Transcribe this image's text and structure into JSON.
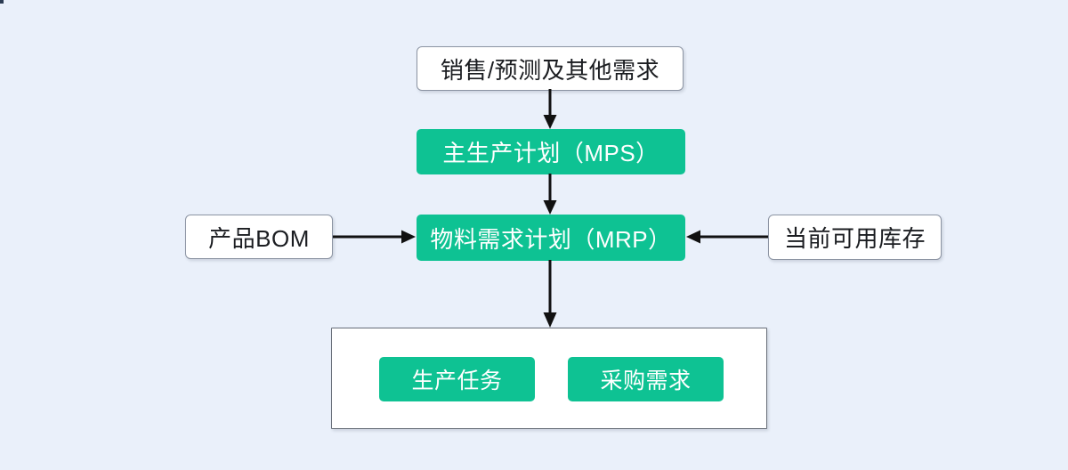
{
  "diagram": {
    "title_present": false,
    "background_color": "#eaf0fa",
    "accent_color": "#0ec293",
    "line_color": "#111111",
    "nodes": {
      "demand": {
        "label": "销售/预测及其他需求",
        "style": "white"
      },
      "mps": {
        "label": "主生产计划（MPS）",
        "style": "green"
      },
      "mrp": {
        "label": "物料需求计划（MRP）",
        "style": "green"
      },
      "bom": {
        "label": "产品BOM",
        "style": "white"
      },
      "inventory": {
        "label": "当前可用库存",
        "style": "white"
      },
      "production_task": {
        "label": "生产任务",
        "style": "green-chip"
      },
      "purchase_demand": {
        "label": "采购需求",
        "style": "green-chip"
      }
    },
    "edges": [
      {
        "from": "demand",
        "to": "mps",
        "direction": "down"
      },
      {
        "from": "mps",
        "to": "mrp",
        "direction": "down"
      },
      {
        "from": "bom",
        "to": "mrp",
        "direction": "right"
      },
      {
        "from": "inventory",
        "to": "mrp",
        "direction": "left"
      },
      {
        "from": "mrp",
        "to": "outputs",
        "direction": "down"
      }
    ]
  }
}
